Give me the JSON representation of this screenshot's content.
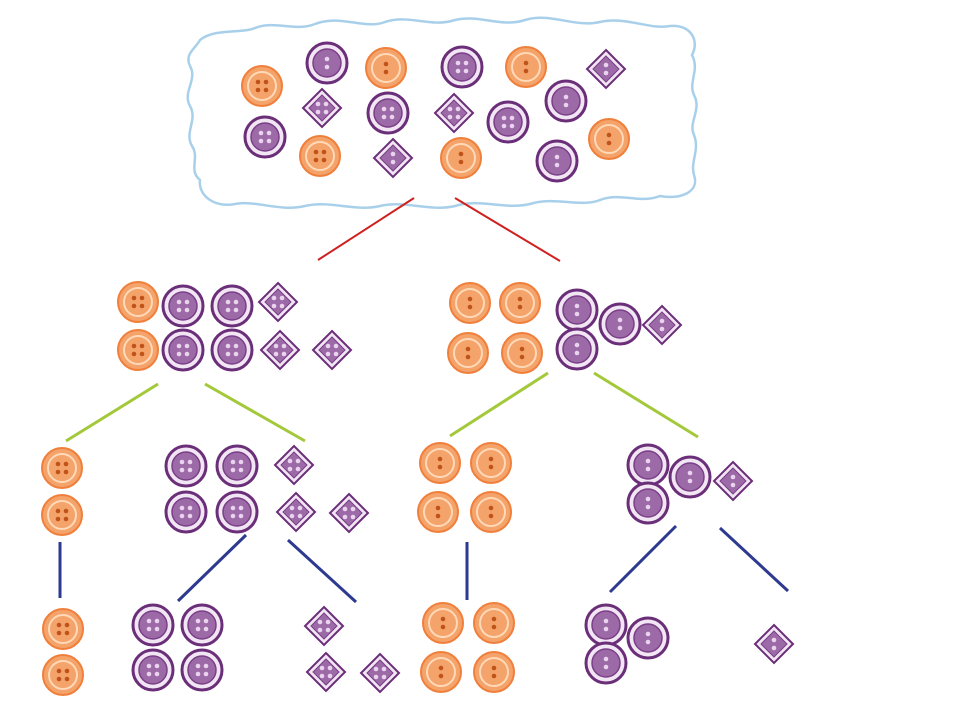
{
  "colors": {
    "background": "#ffffff",
    "cloud_fill": "#ffffff",
    "cloud_stroke": "#a8d0ea",
    "orange_button": "#f4a36a",
    "orange_button_ring": "#f07f3c",
    "purple_button": "#9c6aa6",
    "purple_button_ring": "#6a2f78",
    "purple_button_inner": "#f2e6f5",
    "level1_lines": "#d02020",
    "level2_lines": "#a3c93a",
    "level3_lines": "#2e3a8f"
  },
  "diagram": {
    "kind": "button sorting tree",
    "sets": [
      {
        "id": "cloud-set",
        "buttons": [
          {
            "shape": "round",
            "color": "orange",
            "holes": 4
          },
          {
            "shape": "round",
            "color": "purple",
            "holes": 2
          },
          {
            "shape": "round",
            "color": "orange",
            "holes": 2
          },
          {
            "shape": "round",
            "color": "purple",
            "holes": 4
          },
          {
            "shape": "round",
            "color": "orange",
            "holes": 2
          },
          {
            "shape": "diamond",
            "color": "purple",
            "holes": 2
          },
          {
            "shape": "diamond",
            "color": "purple",
            "holes": 4
          },
          {
            "shape": "round",
            "color": "purple",
            "holes": 4
          },
          {
            "shape": "diamond",
            "color": "purple",
            "holes": 4
          },
          {
            "shape": "round",
            "color": "purple",
            "holes": 4
          },
          {
            "shape": "round",
            "color": "purple",
            "holes": 2
          },
          {
            "shape": "round",
            "color": "purple",
            "holes": 4
          },
          {
            "shape": "round",
            "color": "orange",
            "holes": 4
          },
          {
            "shape": "diamond",
            "color": "purple",
            "holes": 2
          },
          {
            "shape": "round",
            "color": "orange",
            "holes": 2
          },
          {
            "shape": "round",
            "color": "purple",
            "holes": 2
          },
          {
            "shape": "round",
            "color": "orange",
            "holes": 2
          }
        ]
      },
      {
        "id": "four-hole-set",
        "count_orange": 2,
        "count_purple_round": 4,
        "count_purple_diamond": 3
      },
      {
        "id": "two-hole-set",
        "count_orange": 4,
        "count_purple_round": 3,
        "count_purple_diamond": 1
      },
      {
        "id": "four-hole-orange",
        "count": 2
      },
      {
        "id": "four-hole-purple",
        "count_round": 4,
        "count_diamond": 3
      },
      {
        "id": "two-hole-orange",
        "count": 4
      },
      {
        "id": "two-hole-purple",
        "count_round": 3,
        "count_diamond": 1
      },
      {
        "id": "leaf-orange-4",
        "count": 2
      },
      {
        "id": "leaf-purple-round-4",
        "count": 4
      },
      {
        "id": "leaf-purple-diamond-4",
        "count": 3
      },
      {
        "id": "leaf-orange-2",
        "count": 4
      },
      {
        "id": "leaf-purple-round-2",
        "count": 3
      },
      {
        "id": "leaf-purple-diamond-2",
        "count": 1
      }
    ]
  }
}
